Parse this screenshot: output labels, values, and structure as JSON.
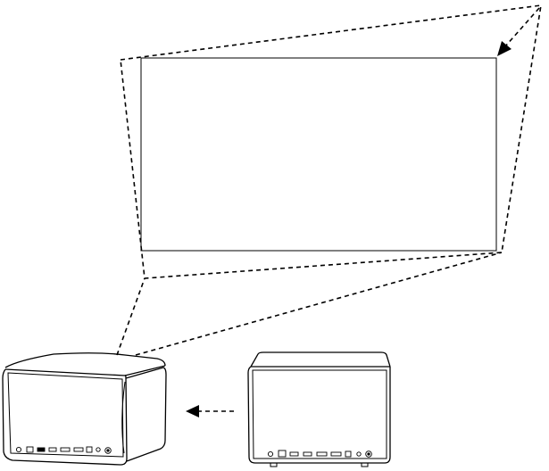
{
  "diagram": {
    "stroke_color": "#000000",
    "background_color": "#ffffff",
    "elements": [
      "projected-screen",
      "keystone-distorted-outline",
      "correction-arrow",
      "tilted-projector",
      "level-projector",
      "orientation-arrow"
    ]
  }
}
